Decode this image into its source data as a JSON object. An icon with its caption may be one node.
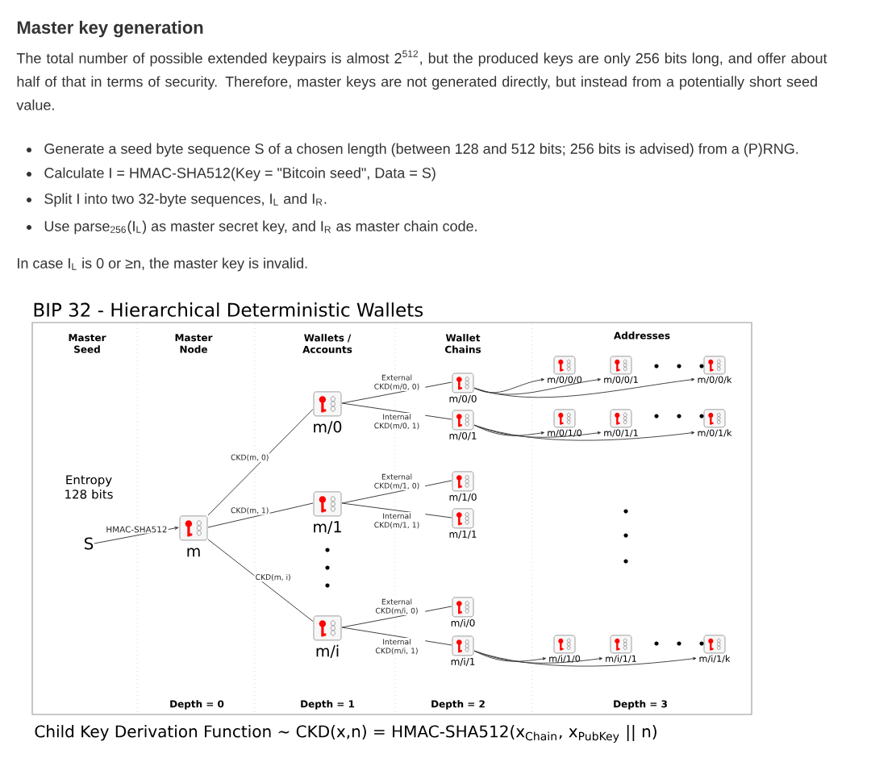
{
  "diagram": {
    "title": "BIP 32 - Hierarchical Deterministic Wallets",
    "caption": "Child Key Derivation Function ~ CKD(x,n) = HMAC-SHA512(x$_{Chain}$, x$_{PubKey}$ || n)",
    "nodes": [
      {
        "text": [
          "S"
        ]
      },
      {
        "text": [
          "m"
        ]
      },
      {
        "text": [
          "m/0"
        ]
      },
      {
        "text": [
          "m/1"
        ]
      },
      {
        "text": [
          "m/i"
        ]
      },
      {
        "text": [
          "m/0/0"
        ]
      },
      {
        "text": [
          "m/0/1"
        ]
      },
      {
        "text": [
          "m/1/0"
        ]
      },
      {
        "text": [
          "m/1/1"
        ]
      },
      {
        "text": [
          "m/i/0"
        ]
      },
      {
        "text": [
          "m/i/1"
        ]
      },
      {
        "text": [
          "m/0/0/0"
        ]
      },
      {
        "text": [
          "m/0/0/1"
        ]
      },
      {
        "text": [
          "m/0/0/k"
        ]
      },
      {
        "text": [
          "m/0/1/0"
        ]
      },
      {
        "text": [
          "m/0/1/1"
        ]
      },
      {
        "text": [
          "m/0/1/k"
        ]
      },
      {
        "text": [
          "m/i/1/0"
        ]
      },
      {
        "text": [
          "m/i/1/1"
        ]
      },
      {
        "text": [
          "m/i/1/k"
        ]
      }
    ],
    "edges": [
      {
        "from": 0,
        "to": 1,
        "arrow": "to",
        "label": "HMAC-SHA512"
      },
      {
        "from": 1,
        "to": 2,
        "arrow": "none",
        "label": "CKD(m, 0)"
      },
      {
        "from": 1,
        "to": 3,
        "arrow": "none",
        "label": "CKD(m, 1)"
      },
      {
        "from": 1,
        "to": 4,
        "arrow": "none",
        "label": "CKD(m, i)"
      },
      {
        "from": 2,
        "to": 5,
        "arrow": "none",
        "label": "External CKD(m/0, 0)"
      },
      {
        "from": 2,
        "to": 6,
        "arrow": "none",
        "label": "Internal CKD(m/0, 1)"
      },
      {
        "from": 3,
        "to": 7,
        "arrow": "none",
        "label": "External CKD(m/1, 0)"
      },
      {
        "from": 3,
        "to": 8,
        "arrow": "none",
        "label": "Internal CKD(m/1, 1)"
      },
      {
        "from": 4,
        "to": 9,
        "arrow": "none",
        "label": "External CKD(m/i, 0)"
      },
      {
        "from": 4,
        "to": 10,
        "arrow": "none",
        "label": "Internal CKD(m/i, 1)"
      },
      {
        "from": 5,
        "to": 11,
        "arrow": "to"
      },
      {
        "from": 5,
        "to": 12,
        "arrow": "to"
      },
      {
        "from": 5,
        "to": 13,
        "arrow": "to"
      },
      {
        "from": 6,
        "to": 14,
        "arrow": "to"
      },
      {
        "from": 6,
        "to": 15,
        "arrow": "to"
      },
      {
        "from": 6,
        "to": 16,
        "arrow": "to"
      },
      {
        "from": 10,
        "to": 17,
        "arrow": "to"
      },
      {
        "from": 10,
        "to": 18,
        "arrow": "to"
      },
      {
        "from": 10,
        "to": 19,
        "arrow": "to"
      }
    ],
    "labels": [
      "Master key generation",
      "The total number of possible extended keypairs is almost 2$^{512}$, but the produced keys are only 256 bits long, and offer about half of that in terms of security. Therefore, master keys are not generated directly, but instead from a potentially short seed value.",
      "Generate a seed byte sequence S of a chosen length (between 128 and 512 bits; 256 bits is advised) from a (P)RNG.",
      "Calculate I = HMAC-SHA512(Key = \"Bitcoin seed\", Data = S)",
      "Split I into two 32-byte sequences, I$_{L}$ and I$_{R}$.",
      "Use parse$_{256}$(I$_{L}$) as master secret key, and I$_{R}$ as master chain code.",
      "In case I$_{L}$ is 0 or ≥n, the master key is invalid.",
      "Master Seed",
      "Master Node",
      "Wallets / Accounts",
      "Wallet Chains",
      "Addresses",
      "Entropy 128 bits",
      "Depth = 0",
      "Depth = 1",
      "Depth = 2",
      "Depth = 3"
    ]
  }
}
